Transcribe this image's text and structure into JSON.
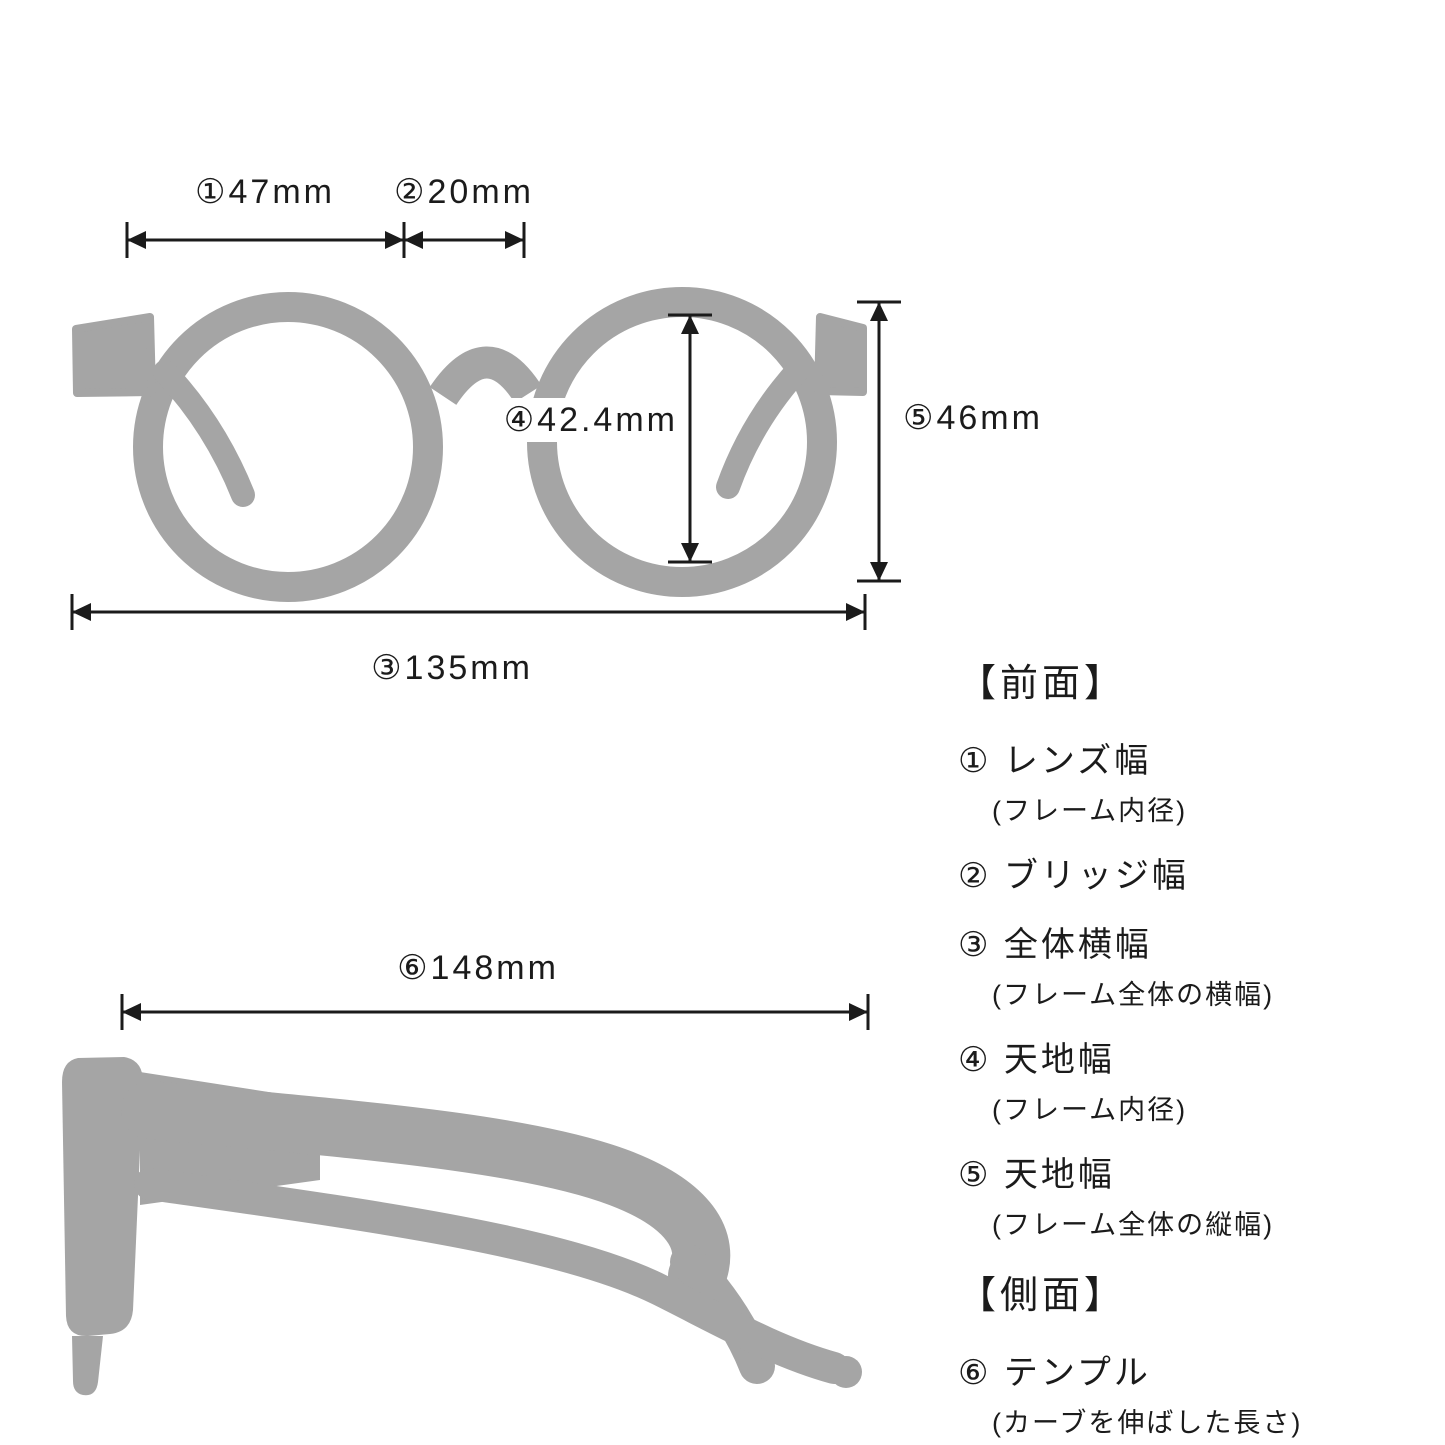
{
  "colors": {
    "silhouette": "#a5a5a5",
    "line": "#1b1b1b",
    "text": "#1b1b1b"
  },
  "front_view": {
    "dim_lens_width": "①47mm",
    "dim_bridge_width": "②20mm",
    "dim_total_width": "③135mm",
    "dim_lens_height": "④42.4mm",
    "dim_frame_height": "⑤46mm"
  },
  "side_view": {
    "dim_temple_length": "⑥148mm"
  },
  "legend": {
    "front_title": "【前面】",
    "front_items": [
      {
        "label": "① レンズ幅",
        "note": "(フレーム内径)"
      },
      {
        "label": "② ブリッジ幅",
        "note": ""
      },
      {
        "label": "③ 全体横幅",
        "note": "(フレーム全体の横幅)"
      },
      {
        "label": "④ 天地幅",
        "note": "(フレーム内径)"
      },
      {
        "label": "⑤ 天地幅",
        "note": "(フレーム全体の縦幅)"
      }
    ],
    "side_title": "【側面】",
    "side_items": [
      {
        "label": "⑥ テンプル",
        "note": "(カーブを伸ばした長さ)"
      }
    ]
  }
}
